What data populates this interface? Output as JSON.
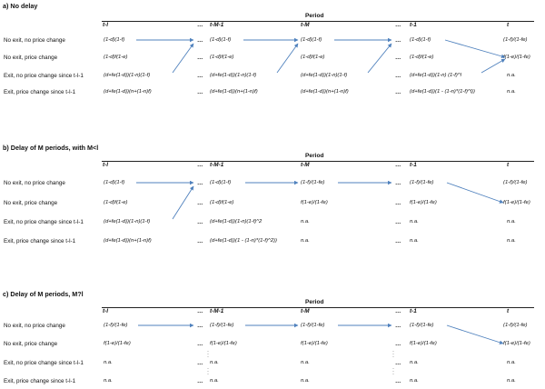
{
  "sections": [
    {
      "title": "a) No delay",
      "period_label": "Period",
      "columns": [
        "t-l",
        "…",
        "t-M-1",
        "t-M",
        "…",
        "t-1",
        "t"
      ],
      "rows": [
        {
          "label": "No exit, no price change",
          "cells": [
            "(1-d)(1-f)",
            "…",
            "(1-d)(1-f)",
            "(1-d)(1-f)",
            "…",
            "(1-d)(1-f)",
            "(1-f)/(1-fe)"
          ]
        },
        {
          "label": "No exit, price change",
          "cells": [
            "(1-d)f(1-e)",
            "…",
            "(1-d)f(1-e)",
            "(1-d)f(1-e)",
            "…",
            "(1-d)f(1-e)",
            "f(1-e)/(1-fe)"
          ]
        },
        {
          "label": "Exit, no price change since t-l-1",
          "cells": [
            "(d+fe(1-d))(1-n)(1-f)",
            "…",
            "(d+fe(1-d))(1-n)(1-f)",
            "(d+fe(1-d))(1-n)(1-f)",
            "…",
            "(d+fe(1-d))(1-n) (1-f)^l",
            "n.a."
          ]
        },
        {
          "label": "Exit, price change since t-l-1",
          "cells": [
            "(d+fe(1-d))(n+(1-n)f)",
            "…",
            "(d+fe(1-d))(n+(1-n)f)",
            "(d+fe(1-d))(n+(1-n)f)",
            "…",
            "(d+fe(1-d))(1 - (1-n)*(1-f)^l))",
            "n.a."
          ]
        }
      ]
    },
    {
      "title": "b) Delay of M periods, with M<l",
      "period_label": "Period",
      "columns": [
        "t-l",
        "…",
        "t-M-1",
        "t-M",
        "…",
        "t-1",
        "t"
      ],
      "rows": [
        {
          "label": "No exit, no price change",
          "cells": [
            "(1-d)(1-f)",
            "…",
            "(1-d)(1-f)",
            "(1-f)/(1-fe)",
            "…",
            "(1-f)/(1-fe)",
            "(1-f)/(1-fe)"
          ]
        },
        {
          "label": "No exit, price change",
          "cells": [
            "(1-d)f(1-e)",
            "…",
            "(1-d)f(1-e)",
            "f(1-e)/(1-fe)",
            "…",
            "f(1-e)/(1-fe)",
            "f(1-e)/(1-fe)"
          ]
        },
        {
          "label": "Exit, no price change since t-l-1",
          "cells": [
            "(d+fe(1-d))(1-n)(1-f)",
            "…",
            "(d+fe(1-d))(1-n)(1-f)^2",
            "n.a.",
            "…",
            "n.a.",
            "n.a."
          ]
        },
        {
          "label": "Exit, price change since t-l-1",
          "cells": [
            "(d+fe(1-d))(n+(1-n)f)",
            "…",
            "(d+fe(1-d))(1 - (1-n)*(1-f)^2))",
            "n.a.",
            "…",
            "n.a.",
            "n.a."
          ]
        }
      ]
    },
    {
      "title": "c) Delay of M periods, M?l",
      "period_label": "Period",
      "columns": [
        "t-l",
        "…",
        "t-M-1",
        "t-M",
        "…",
        "t-1",
        "t"
      ],
      "rows": [
        {
          "label": "No exit, no price change",
          "cells": [
            "(1-f)/(1-fe)",
            "…",
            "(1-f)/(1-fe)",
            "(1-f)/(1-fe)",
            "…",
            "(1-f)/(1-fe)",
            "(1-f)/(1-fe)"
          ]
        },
        {
          "label": "No exit, price change",
          "cells": [
            "f(1-e)/(1-fe)",
            "…",
            "f(1-e)/(1-fe)",
            "f(1-e)/(1-fe)",
            "…",
            "f(1-e)/(1-fe)",
            "f(1-e)/(1-fe)"
          ]
        },
        {
          "label": "Exit, no price change since t-l-1",
          "cells": [
            "n.a.",
            "…",
            "n.a.",
            "n.a.",
            "…",
            "n.a.",
            "n.a."
          ]
        },
        {
          "label": "Exit, price change since t-l-1",
          "cells": [
            "n.a.",
            "…",
            "n.a.",
            "n.a.",
            "…",
            "n.a.",
            "n.a."
          ]
        }
      ]
    }
  ],
  "colors": {
    "arrow": "#4f81bd",
    "text": "#111111"
  }
}
